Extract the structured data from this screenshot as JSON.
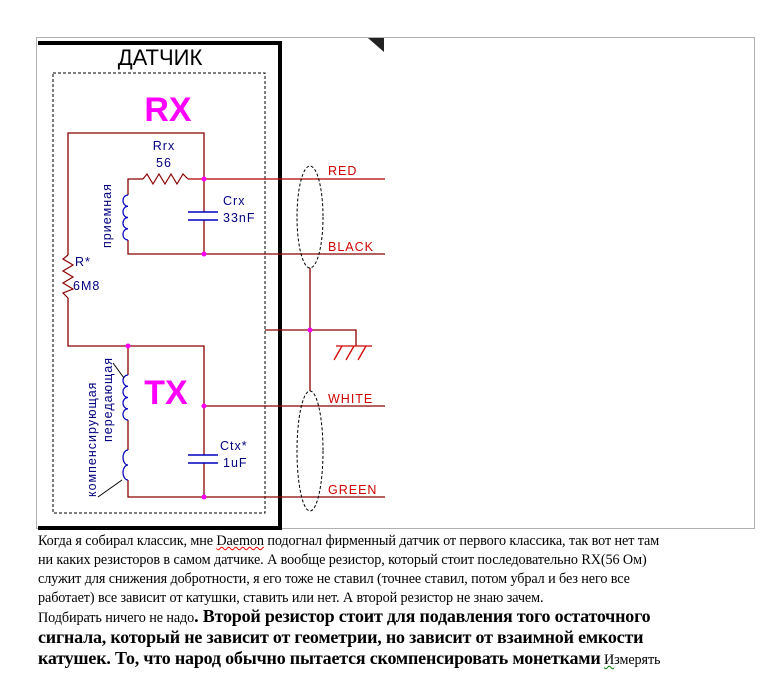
{
  "diagram": {
    "title": "ДАТЧИК",
    "rx_label": "RX",
    "tx_label": "TX",
    "rrx_name": "Rrx",
    "rrx_value": "56",
    "crx_name": "Crx",
    "crx_value": "33nF",
    "r_name": "R*",
    "r_value": "6M8",
    "ctx_name": "Ctx*",
    "ctx_value": "1uF",
    "coil_rx": "приемная",
    "coil_tx": "передающая",
    "coil_comp": "компенсирующая",
    "wire_red": "RED",
    "wire_black": "BLACK",
    "wire_white": "WHITE",
    "wire_green": "GREEN",
    "colors": {
      "wire": "#8b0000",
      "label": "#d00000",
      "accent": "#ff00ff",
      "component": "#0000c0"
    }
  },
  "text": {
    "l1a": "Когда я собирал классик, мне ",
    "l1b": "Daemon",
    "l1c": " подогнал фирменный датчик от первого классика, так вот нет там",
    "l2": "ни каких резисторов в самом датчике. А вообще резистор, который стоит последовательно RX(56 Ом)",
    "l3": "служит для снижения добротности, я его тоже не ставил (точнее ставил, потом убрал и без него все",
    "l4": "работает) все зависит от катушки, ставить или нет. А второй резистор не знаю зачем.",
    "l5a": "Подбирать ничего не надо",
    "l5b": ". Второй резистор стоит для подавления того остаточного",
    "l6": "сигнала, который не зависит от геометрии, но зависит от взаимной емкости",
    "l7a": "катушек. То, что народ обычно пытается скомпенсировать монетками",
    "l7b": " ",
    "l7c": "И",
    "l7d": "змерять"
  }
}
